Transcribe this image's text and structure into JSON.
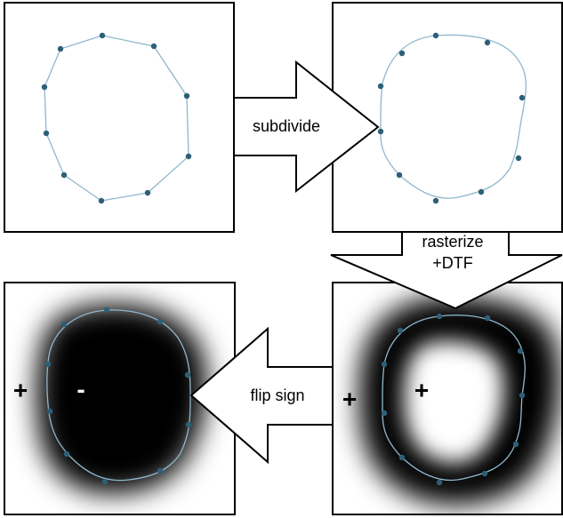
{
  "arrows": {
    "subdivide": "subdivide",
    "rasterize_line1": "rasterize",
    "rasterize_line2": "+DTF",
    "flip_sign": "flip sign"
  },
  "panels": {
    "bottom_left": {
      "outside_sign": "+",
      "inside_sign": "-"
    },
    "bottom_right": {
      "outside_sign": "+",
      "inside_sign": "+"
    }
  },
  "colors": {
    "control_point": "#2e5f78",
    "curve": "#8fb8cc",
    "panel_border": "#000000"
  }
}
